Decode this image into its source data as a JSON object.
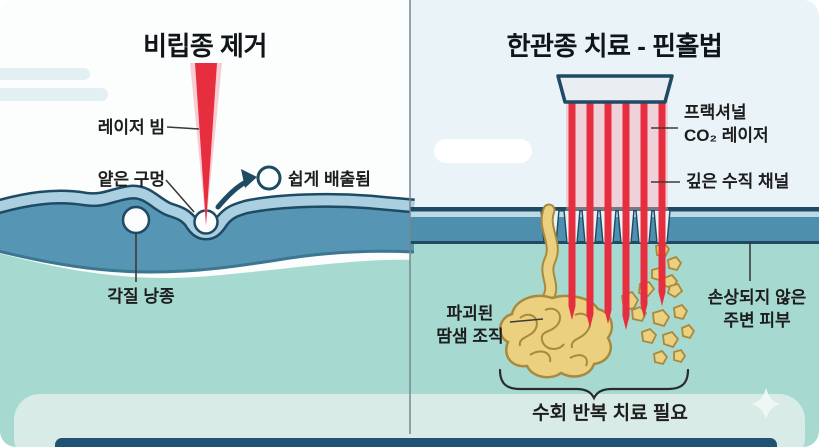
{
  "left_panel": {
    "title": "비립종 제거",
    "labels": {
      "laser_beam": "레이저 빔",
      "shallow_hole": "얕은 구멍",
      "easy_discharge": "쉽게 배출됨",
      "keratin_cyst": "각질 낭종"
    }
  },
  "right_panel": {
    "title": "한관종 치료 - 핀홀법",
    "labels": {
      "fractional_line1": "프랙셔널",
      "fractional_line2": "CO₂ 레이저",
      "deep_channel": "깊은 수직 채널",
      "destroyed_line1": "파괴된",
      "destroyed_line2": "땀샘 조직",
      "intact_line1": "손상되지 않은",
      "intact_line2": "주변 피부",
      "repeat_note": "수회 반복 치료 필요"
    }
  },
  "colors": {
    "beam_red": "#e62e3e",
    "beam_glow_pink": "#f4a9b4",
    "skin_outline_navy": "#1e4a63",
    "epidermis_light_blue": "#a9cfe0",
    "dermis_mid_blue": "#5795b5",
    "right_band_blue": "#4f8fae",
    "subcutis_teal": "#a6dad1",
    "bottom_band_mint": "#d9ebe7",
    "bottom_bar_navy": "#1f5274",
    "gland_yellow": "#ead07f",
    "gland_outline_brown": "#a8893d",
    "device_fill": "#e9eef3",
    "right_bg": "#e9f3f8",
    "left_bg": "#fcfdfd"
  }
}
